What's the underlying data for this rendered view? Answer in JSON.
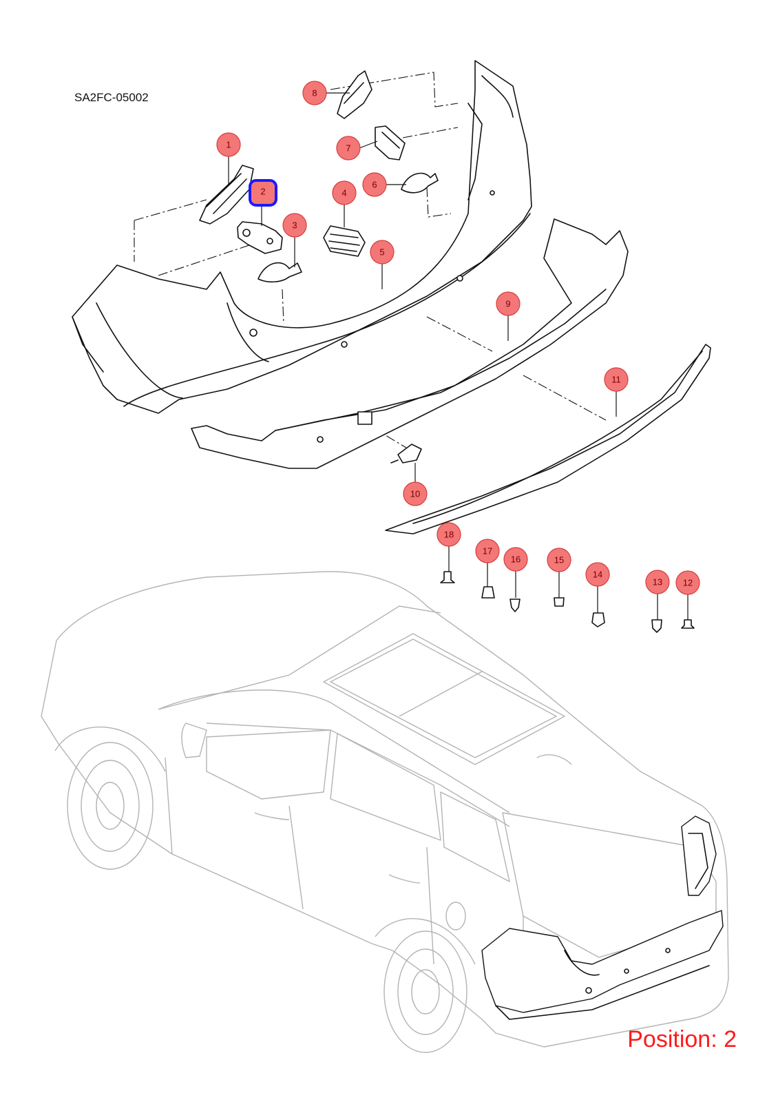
{
  "diagram_code": "SA2FC-05002",
  "position_text": "Position: 2",
  "selected_callout": "2",
  "colors": {
    "callout_fill": "#f47777",
    "callout_border": "#d63c3c",
    "selected_border": "#1a1aff",
    "position_text": "#ff1a1a"
  },
  "callouts": {
    "c1": "1",
    "c2": "2",
    "c3": "3",
    "c4": "4",
    "c5": "5",
    "c6": "6",
    "c7": "7",
    "c8": "8",
    "c9": "9",
    "c10": "10",
    "c11": "11",
    "c12": "12",
    "c13": "13",
    "c14": "14",
    "c15": "15",
    "c16": "16",
    "c17": "17",
    "c18": "18"
  }
}
